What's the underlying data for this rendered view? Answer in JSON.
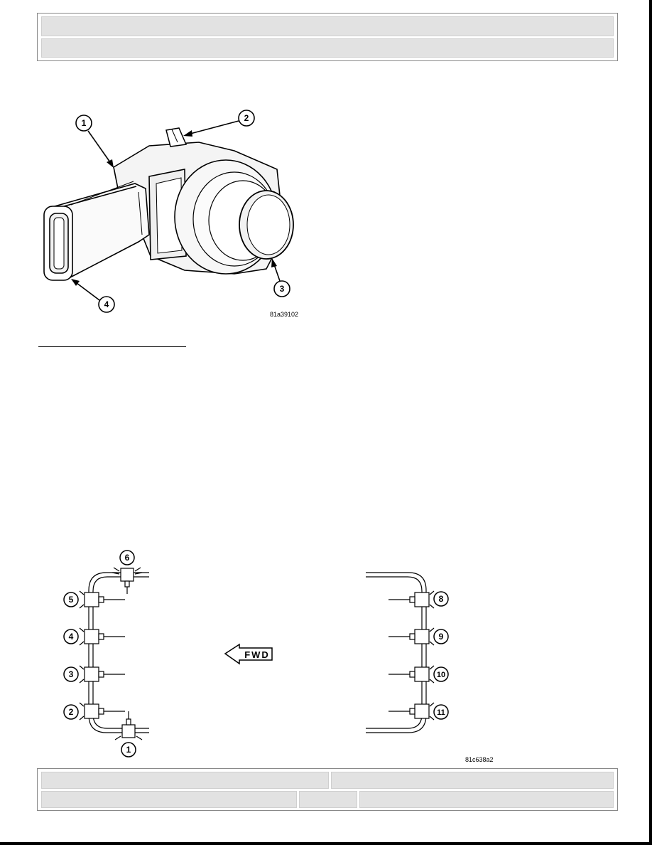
{
  "figure1": {
    "caption": "81a39102",
    "callouts": [
      "1",
      "2",
      "3",
      "4"
    ],
    "parts": [
      "housing-icon",
      "locating-tab-icon",
      "sensor-face-icon",
      "connector-icon"
    ]
  },
  "figure2": {
    "caption": "81c638a2",
    "direction_label": "FWD",
    "sensors_left": [
      "6",
      "5",
      "4",
      "3",
      "2",
      "1"
    ],
    "sensors_right": [
      "8",
      "9",
      "10",
      "11"
    ]
  }
}
